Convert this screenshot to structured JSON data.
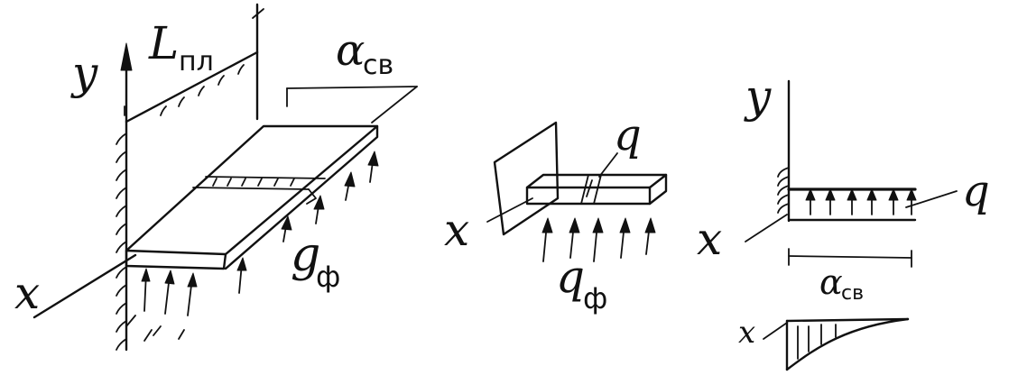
{
  "labels": {
    "fig1_y": "y",
    "fig1_x": "x",
    "fig1_L_main": "L",
    "fig1_L_sub": "пл",
    "fig1_a_main": "α",
    "fig1_a_sub": "св",
    "fig1_g_main": "g",
    "fig1_g_sub": "ф",
    "fig2_x": "x",
    "fig2_q": "q",
    "fig2_qf_main": "q",
    "fig2_qf_sub": "ф",
    "fig3_y": "y",
    "fig3_x": "x",
    "fig3_q": "q",
    "fig3_a_main": "α",
    "fig3_a_sub": "св",
    "fig4_x": "x"
  }
}
